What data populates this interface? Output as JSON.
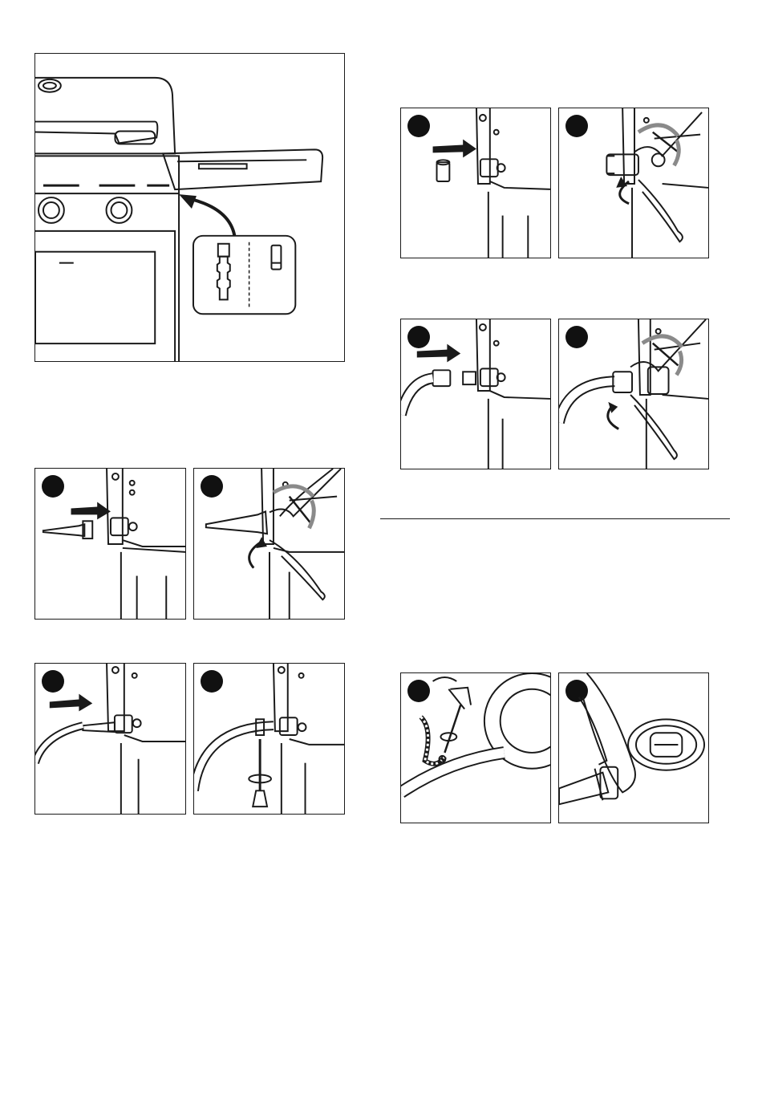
{
  "document": {
    "language": "none",
    "text_blocks": []
  },
  "figures": {
    "overview": {
      "icon": "grill-gas-inlet-overview"
    },
    "left_group_a": {
      "steps": [
        "insert-hose-nozzle",
        "tighten-with-wrench"
      ]
    },
    "left_group_b": {
      "steps": [
        "push-hose-onto-nozzle",
        "tighten-hose-clamp"
      ]
    },
    "right_group_a": {
      "steps": [
        "insert-adapter",
        "tighten-adapter-with-wrench"
      ]
    },
    "right_group_b": {
      "steps": [
        "connect-hose-nut",
        "tighten-hose-nut-with-wrench"
      ]
    },
    "right_group_c": {
      "steps": [
        "tighten-clamp-on-regulator",
        "attach-regulator-to-bottle"
      ]
    }
  },
  "colors": {
    "line": "#1a1a1a",
    "accent_gray": "#8a8a8a",
    "badge": "#111111"
  }
}
